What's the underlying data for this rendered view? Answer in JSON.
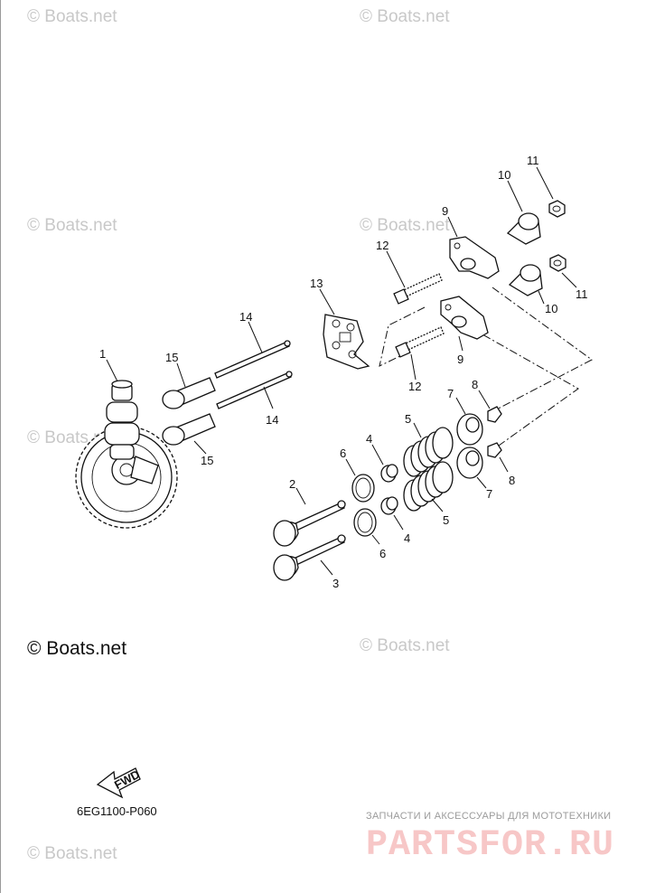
{
  "watermarks": {
    "corner": "© Boats.net",
    "main": "© Boats.net"
  },
  "callouts": {
    "c1": "1",
    "c2": "2",
    "c3": "3",
    "c4a": "4",
    "c4b": "4",
    "c5a": "5",
    "c5b": "5",
    "c6a": "6",
    "c6b": "6",
    "c7a": "7",
    "c7b": "7",
    "c8a": "8",
    "c8b": "8",
    "c9a": "9",
    "c9b": "9",
    "c10a": "10",
    "c10b": "10",
    "c11a": "11",
    "c11b": "11",
    "c12a": "12",
    "c12b": "12",
    "c13": "13",
    "c14a": "14",
    "c14b": "14",
    "c15a": "15",
    "c15b": "15"
  },
  "fwd_label": "FWD",
  "diagram_code": "6EG1100-P060",
  "ad": {
    "tagline": "ЗАПЧАСТИ И АКСЕССУАРЫ ДЛЯ МОТОТЕХНИКИ",
    "brand": "PARTSFOR.RU"
  }
}
